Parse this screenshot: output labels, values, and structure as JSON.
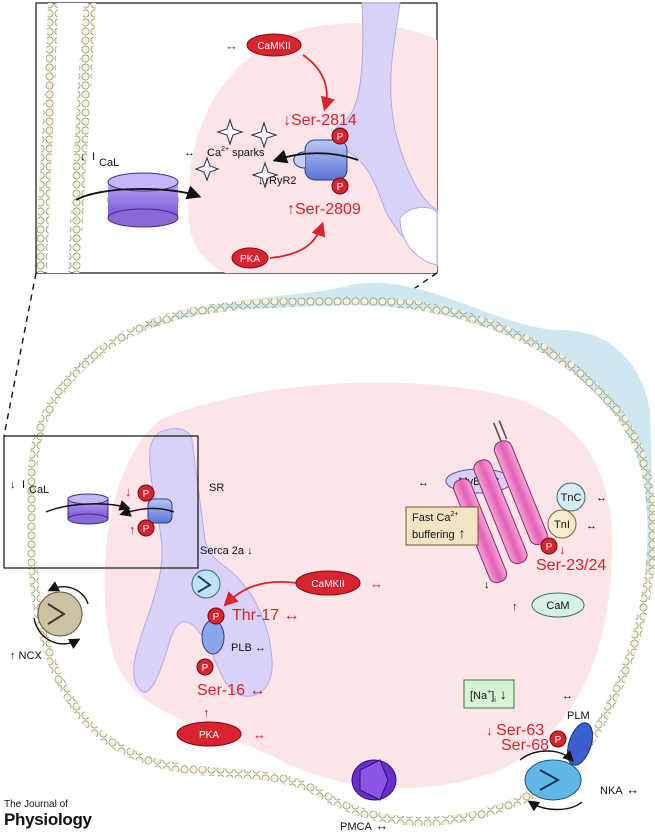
{
  "inset": {
    "ical_arrow": "↓",
    "ical_label": "I",
    "ical_sub": "CaL",
    "sparks_prefix": "Ca",
    "sparks_sup": "2+",
    "sparks_suffix": " sparks",
    "camkii": "CaMKII",
    "pka": "PKA",
    "ser2814": "↓Ser-2814",
    "ser2809": "↑Ser-2809",
    "ryr2": "↓↓RyR2",
    "p": "P"
  },
  "cell": {
    "ical_arrow": "↓",
    "ical_label": "I",
    "ical_sub": "CaL",
    "sr": "SR",
    "serca": "Serca 2a ↓",
    "camkii": "CaMKII",
    "thr17": "Thr-17",
    "plb": "PLB",
    "ser16": "Ser-16",
    "pka": "PKA",
    "ncx": "↑ NCX",
    "mybpc": "MyBP-C",
    "tnc": "TnC",
    "tni": "TnI",
    "buffering_line1": "Fast Ca",
    "buffering_sup": "2+",
    "buffering_line2": "buffering",
    "ser2324": "Ser-23/24",
    "cam": "CaM",
    "na_label": "[Na",
    "na_sup": "+",
    "na_close": "]",
    "na_sub": "i",
    "plm": "PLM",
    "ser63": "Ser-63",
    "ser68": "Ser-68",
    "nka": "NKA",
    "pmca": "PMCA"
  },
  "journal": {
    "line1": "The Journal of",
    "line2": "Physiology"
  }
}
